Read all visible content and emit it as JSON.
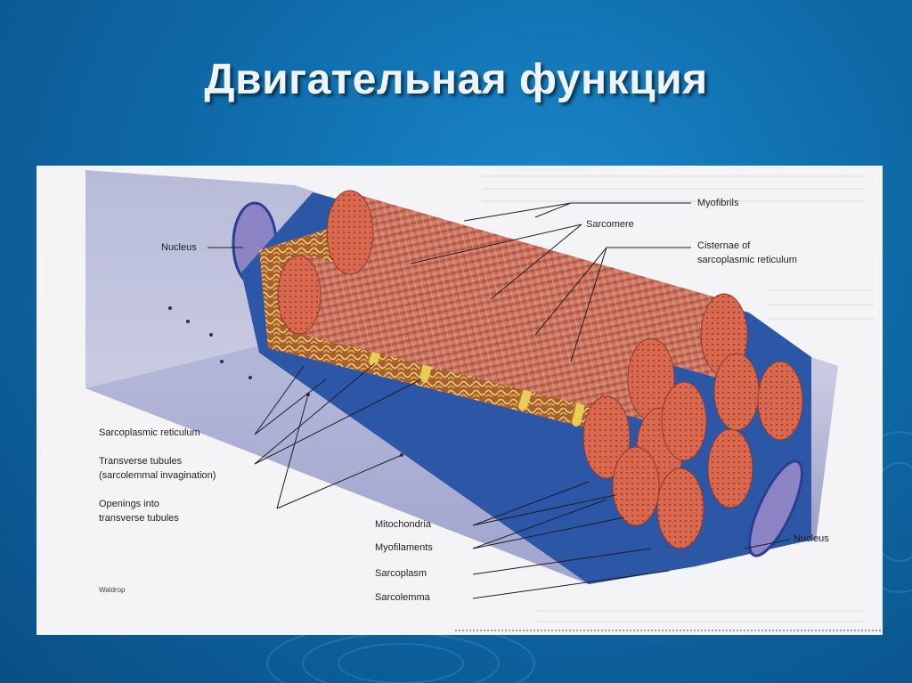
{
  "slide": {
    "title": "Двигательная функция"
  },
  "figure": {
    "labels": {
      "myofibrils": "Myofibrils",
      "sarcomere": "Sarcomere",
      "cisternae_1": "Cisternae of",
      "cisternae_2": "sarcoplasmic reticulum",
      "nucleus_top": "Nucleus",
      "nucleus_right": "Nucleus",
      "sr": "Sarcoplasmic reticulum",
      "tt_1": "Transverse tubules",
      "tt_2": "(sarcolemmal invagination)",
      "open_1": "Openings into",
      "open_2": "transverse tubules",
      "mitochondria": "Mitochondria",
      "myofilaments": "Myofilaments",
      "sarcoplasm": "Sarcoplasm",
      "sarcolemma": "Sarcolemma",
      "credit": "Waldrop"
    },
    "colors": {
      "myofibril": "#c85a48",
      "myofibril_face": "#d9684f",
      "reticulum": "#d8b84a",
      "sarcoplasm": "#2c57a6",
      "membrane": "#9aa0c9",
      "nucleus": "#8c84c4"
    }
  }
}
